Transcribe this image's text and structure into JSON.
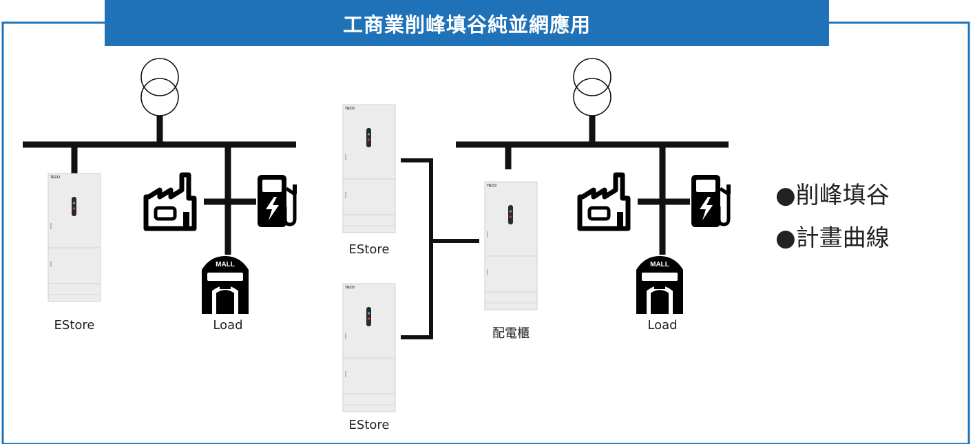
{
  "title": "工商業削峰填谷純並網應用",
  "cabinet_brand": "TECO",
  "mall_sign": "MALL",
  "labels": {
    "left_estore": "EStore",
    "left_load": "Load",
    "top_estore": "EStore",
    "bottom_estore": "EStore",
    "cabinet": "配電櫃",
    "right_load": "Load"
  },
  "bullets": [
    "●削峰填谷",
    "●計畫曲線"
  ],
  "colors": {
    "banner": "#1f72b8",
    "frame": "#1f72b8",
    "line": "#111111",
    "cabinet": "#ececec"
  }
}
